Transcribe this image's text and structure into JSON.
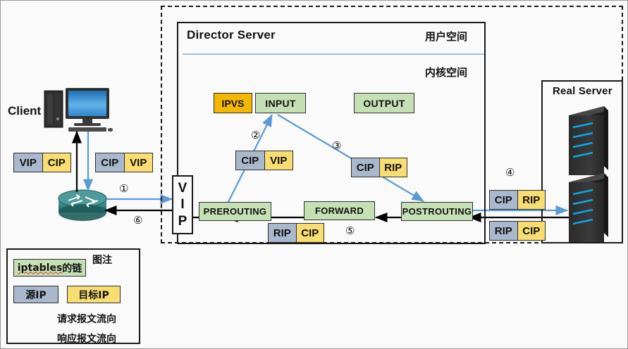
{
  "diagram": {
    "title_client": "Client",
    "title_director": "Director Server",
    "title_realserver": "Real Server",
    "user_space": "用户空间",
    "kernel_space": "内核空间"
  },
  "chains": {
    "ipvs": "IPVS",
    "input": "INPUT",
    "output": "OUTPUT",
    "prerouting": "PREROUTING",
    "forward": "FORWARD",
    "postrouting": "POSTROUTING"
  },
  "vip_gateway": {
    "l1": "V",
    "l2": "I",
    "l3": "P"
  },
  "packets": {
    "client_resp": {
      "src": "VIP",
      "dst": "CIP"
    },
    "client_req": {
      "src": "CIP",
      "dst": "VIP"
    },
    "dir_in": {
      "src": "CIP",
      "dst": "VIP"
    },
    "dir_out": {
      "src": "CIP",
      "dst": "RIP"
    },
    "dir_back": {
      "src": "RIP",
      "dst": "CIP"
    },
    "rs_in": {
      "src": "CIP",
      "dst": "RIP"
    },
    "rs_out": {
      "src": "RIP",
      "dst": "CIP"
    }
  },
  "steps": {
    "s1": "①",
    "s2": "②",
    "s3": "③",
    "s4": "④",
    "s5": "⑤",
    "s6": "⑥"
  },
  "legend": {
    "title": "图注",
    "chain_item_a": "iptables",
    "chain_item_b": "的链",
    "src_ip": "源IP",
    "dst_ip": "目标IP",
    "request_flow": "请求报文流向",
    "response_flow": "响应报文流向"
  },
  "colors": {
    "chain_green": "#c5e0b4",
    "ipvs_orange": "#f5b800",
    "src_gray": "#a9b8cd",
    "dst_yellow": "#f7dd72",
    "request_blue": "#5b9bd5",
    "response_black": "#000000",
    "router_teal": "#2f7f7f"
  }
}
